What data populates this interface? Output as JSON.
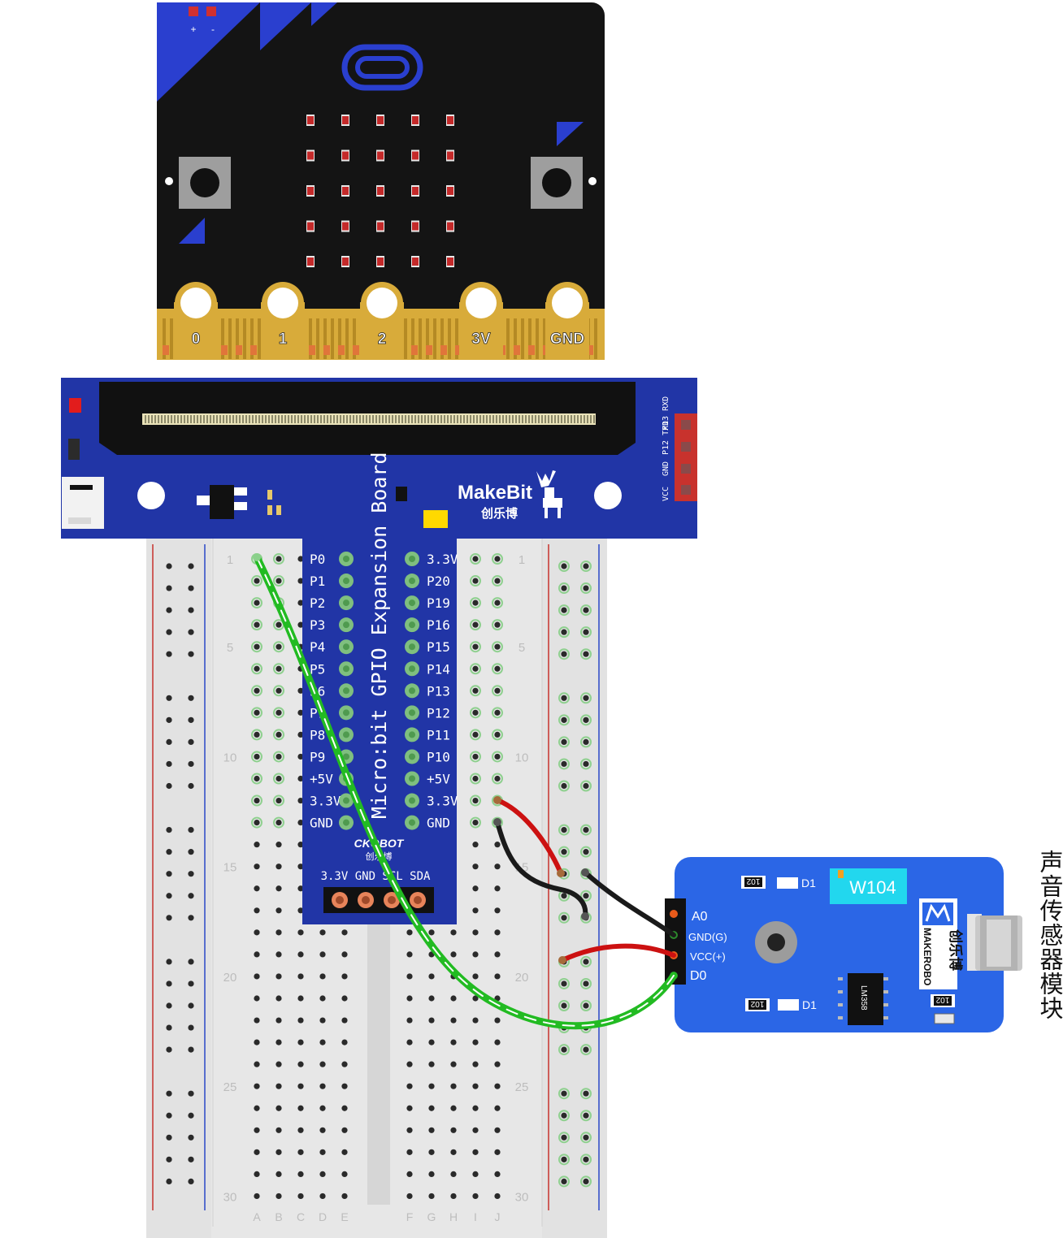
{
  "side_label": "声音传感器模块",
  "microbit": {
    "pads": [
      "0",
      "1",
      "2",
      "3V",
      "GND"
    ],
    "battery_plus": "+",
    "battery_minus": "-"
  },
  "expansion_board": {
    "title": "Micro:bit GPIO Expansion Board",
    "brand": "MakeBit",
    "brand_cn": "创乐博",
    "maker": "CKOBOT",
    "maker_cn": "创乐博",
    "left_pins": [
      "P0",
      "P1",
      "P2",
      "P3",
      "P4",
      "P5",
      "P6",
      "P7",
      "P8",
      "P9",
      "+5V",
      "3.3V",
      "GND"
    ],
    "right_pins": [
      "3.3V",
      "P20",
      "P19",
      "P16",
      "P15",
      "P14",
      "P13",
      "P12",
      "P11",
      "P10",
      "+5V",
      "3.3V",
      "GND"
    ],
    "bottom_pins": "3.3V GND SCL SDA",
    "uart_labels": [
      "P13 RXD",
      "P12 TXD",
      "GND",
      "VCC"
    ]
  },
  "breadboard": {
    "row_numbers": [
      "1",
      "5",
      "10",
      "15",
      "20",
      "25",
      "30"
    ],
    "left_columns": [
      "A",
      "B",
      "C",
      "D",
      "E"
    ],
    "right_columns": [
      "F",
      "G",
      "H",
      "I",
      "J"
    ]
  },
  "sensor_module": {
    "model": "W104",
    "pins": [
      "A0",
      "GND(G)",
      "VCC(+)",
      "D0"
    ],
    "brand_cn": "创乐博",
    "brand_en": "MAKEROBO",
    "chip": "LM358",
    "resistor_code": "102",
    "led_label": "D1"
  },
  "colors": {
    "microbit_board": "#141414",
    "microbit_accent": "#2a3fcf",
    "gold_pads": "#d8ab3a",
    "expansion_board": "#2135a6",
    "sensor_board": "#2b66e6",
    "sensor_label_bg": "#22d7ee",
    "wire_signal": "#22bb22",
    "wire_power": "#cc1111",
    "wire_ground": "#1a1a1a",
    "breadboard": "#e7e7e7",
    "rail_red": "#c8322d",
    "rail_blue": "#2a48c8"
  }
}
